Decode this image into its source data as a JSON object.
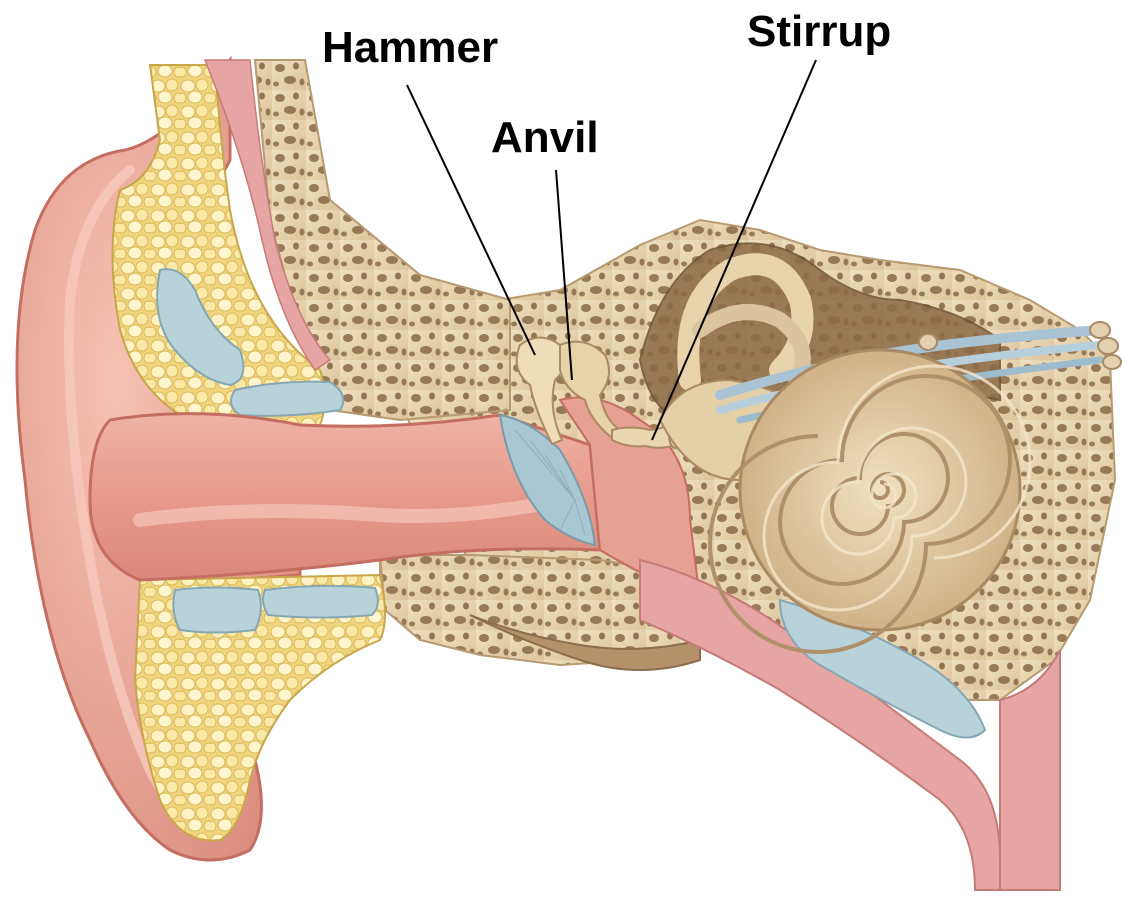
{
  "labels": {
    "hammer": "Hammer",
    "anvil": "Anvil",
    "stirrup": "Stirrup"
  },
  "colors": {
    "skin": "#eba79a",
    "skin_dark": "#c9736a",
    "canal": "#e8a699",
    "fat": "#f3de8e",
    "fat_highlight": "#fff6c8",
    "cartilage": "#b8d2da",
    "bone": "#e7d3ad",
    "bone_pore": "#8a6a48",
    "cochlea": "#dcc3a0",
    "cochlea_line": "#b0906a",
    "nerve": "#a8c4d4",
    "eardrum": "#a9c7d3",
    "muscle": "#e6a5a3",
    "leader_line": "#000000"
  }
}
